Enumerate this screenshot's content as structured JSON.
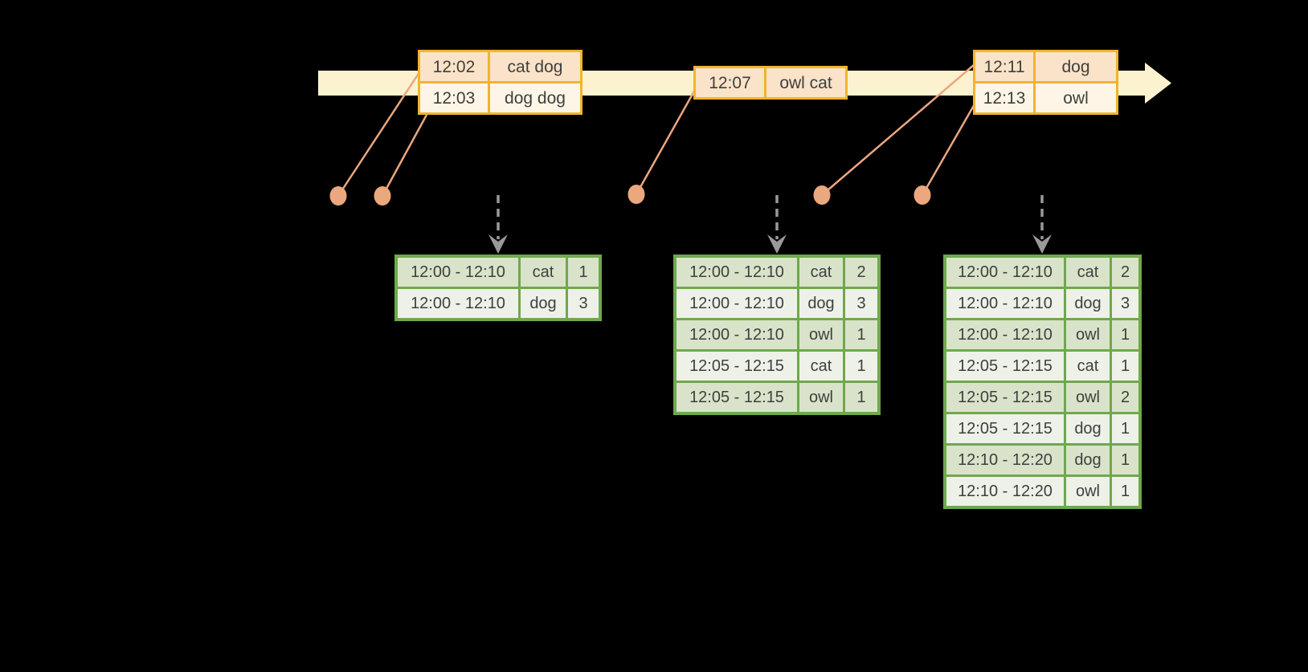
{
  "colors": {
    "background": "#000000",
    "timeline_band": "#fdf2cf",
    "event_border": "#f0b42d",
    "event_row_peach": "#fae3c8",
    "event_row_cream": "#fdf5e5",
    "connector_salmon": "#eba77d",
    "trigger_arrow_gray": "#999999",
    "result_border": "#6fa84e",
    "result_row_dark": "#d9e3ca",
    "result_row_light": "#eef1e8",
    "text": "#3f3f3f"
  },
  "timeline": {
    "event_tables": [
      {
        "rows": [
          {
            "time": "12:02",
            "words": "cat dog"
          },
          {
            "time": "12:03",
            "words": "dog dog"
          }
        ]
      },
      {
        "rows": [
          {
            "time": "12:07",
            "words": "owl cat"
          }
        ]
      },
      {
        "rows": [
          {
            "time": "12:11",
            "words": "dog"
          },
          {
            "time": "12:13",
            "words": "owl"
          }
        ]
      }
    ]
  },
  "result_tables": [
    {
      "rows": [
        {
          "window": "12:00 - 12:10",
          "word": "cat",
          "count": "1"
        },
        {
          "window": "12:00 - 12:10",
          "word": "dog",
          "count": "3"
        }
      ]
    },
    {
      "rows": [
        {
          "window": "12:00 - 12:10",
          "word": "cat",
          "count": "2"
        },
        {
          "window": "12:00 - 12:10",
          "word": "dog",
          "count": "3"
        },
        {
          "window": "12:00 - 12:10",
          "word": "owl",
          "count": "1"
        },
        {
          "window": "12:05 - 12:15",
          "word": "cat",
          "count": "1"
        },
        {
          "window": "12:05 - 12:15",
          "word": "owl",
          "count": "1"
        }
      ]
    },
    {
      "rows": [
        {
          "window": "12:00 - 12:10",
          "word": "cat",
          "count": "2"
        },
        {
          "window": "12:00 - 12:10",
          "word": "dog",
          "count": "3"
        },
        {
          "window": "12:00 - 12:10",
          "word": "owl",
          "count": "1"
        },
        {
          "window": "12:05 - 12:15",
          "word": "cat",
          "count": "1"
        },
        {
          "window": "12:05 - 12:15",
          "word": "owl",
          "count": "2"
        },
        {
          "window": "12:05 - 12:15",
          "word": "dog",
          "count": "1"
        },
        {
          "window": "12:10 - 12:20",
          "word": "dog",
          "count": "1"
        },
        {
          "window": "12:10 - 12:20",
          "word": "owl",
          "count": "1"
        }
      ]
    }
  ]
}
